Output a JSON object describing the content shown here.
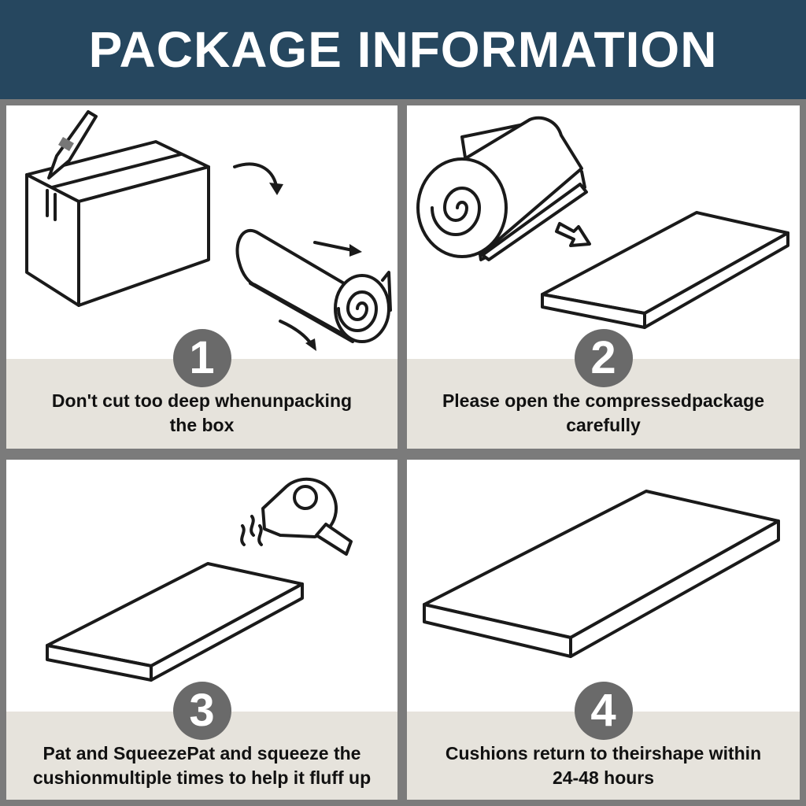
{
  "header": {
    "title": "PACKAGE INFORMATION"
  },
  "steps": [
    {
      "number": "1",
      "line1": "Don't cut too deep whenunpacking",
      "line2": "the box"
    },
    {
      "number": "2",
      "line1": "Please open the compressedpackage",
      "line2": "carefully"
    },
    {
      "number": "3",
      "line1": "Pat and SqueezePat and squeeze the",
      "line2": "cushionmultiple times to help it fluff up"
    },
    {
      "number": "4",
      "line1": "Cushions return to theirshape within",
      "line2": "24-48 hours"
    }
  ],
  "icons": [
    "box-cutter-icon",
    "rolled-cushion-icon",
    "flat-cushion-icon",
    "hair-dryer-icon",
    "arrow-icon"
  ],
  "colors": {
    "header_bg": "#26475f",
    "caption_bg": "#e6e3dc",
    "badge_bg": "#6a6a6a",
    "frame": "#7b7b7b"
  }
}
